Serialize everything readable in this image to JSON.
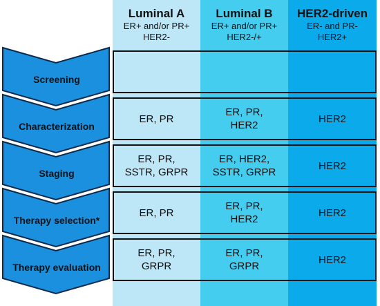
{
  "columns": [
    {
      "title": "Luminal A",
      "line1": "ER+ and/or PR+",
      "line2": "HER2-",
      "color": "#bde6f7"
    },
    {
      "title": "Luminal B",
      "line1": "ER+ and/or PR+",
      "line2": "HER2-/+",
      "color": "#45cdf0"
    },
    {
      "title": "HER2-driven",
      "line1": "ER- and PR-",
      "line2": "HER2+",
      "color": "#0aaaeb"
    }
  ],
  "stages": [
    {
      "label": "Screening",
      "cells": [
        "",
        "",
        ""
      ]
    },
    {
      "label": "Characterization",
      "cells": [
        "ER, PR",
        "ER, PR,\nHER2",
        "HER2"
      ]
    },
    {
      "label": "Staging",
      "cells": [
        "ER, PR,\nSSTR, GRPR",
        "ER, HER2,\nSSTR, GRPR",
        "HER2"
      ]
    },
    {
      "label": "Therapy selection*",
      "cells": [
        "ER, PR",
        "ER, PR,\nHER2",
        "HER2"
      ]
    },
    {
      "label": "Therapy evaluation",
      "cells": [
        "ER, PR,\nGRPR",
        "ER, PR,\nGRPR",
        "HER2"
      ]
    }
  ],
  "colors": {
    "chevron_fill": "#1a90df",
    "chevron_stroke": "#0d2a4a",
    "border": "#111111"
  }
}
